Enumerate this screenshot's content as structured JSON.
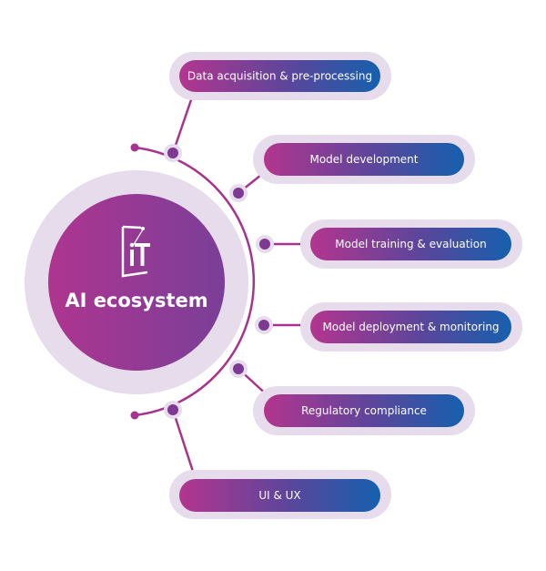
{
  "center": {
    "title": "AI ecosystem",
    "logo_text": "iT",
    "logo_icon": "it-logo-icon"
  },
  "steps": [
    {
      "label": "Data acquisition & pre-processing"
    },
    {
      "label": "Model development"
    },
    {
      "label": "Model training & evaluation"
    },
    {
      "label": "Model deployment & monitoring"
    },
    {
      "label": "Regulatory compliance"
    },
    {
      "label": "UI & UX"
    }
  ],
  "colors": {
    "pill_start": "#b3358e",
    "pill_end": "#1560ad",
    "halo": "#e6dcec",
    "line": "#a8338f",
    "node": "#7e3a92"
  }
}
